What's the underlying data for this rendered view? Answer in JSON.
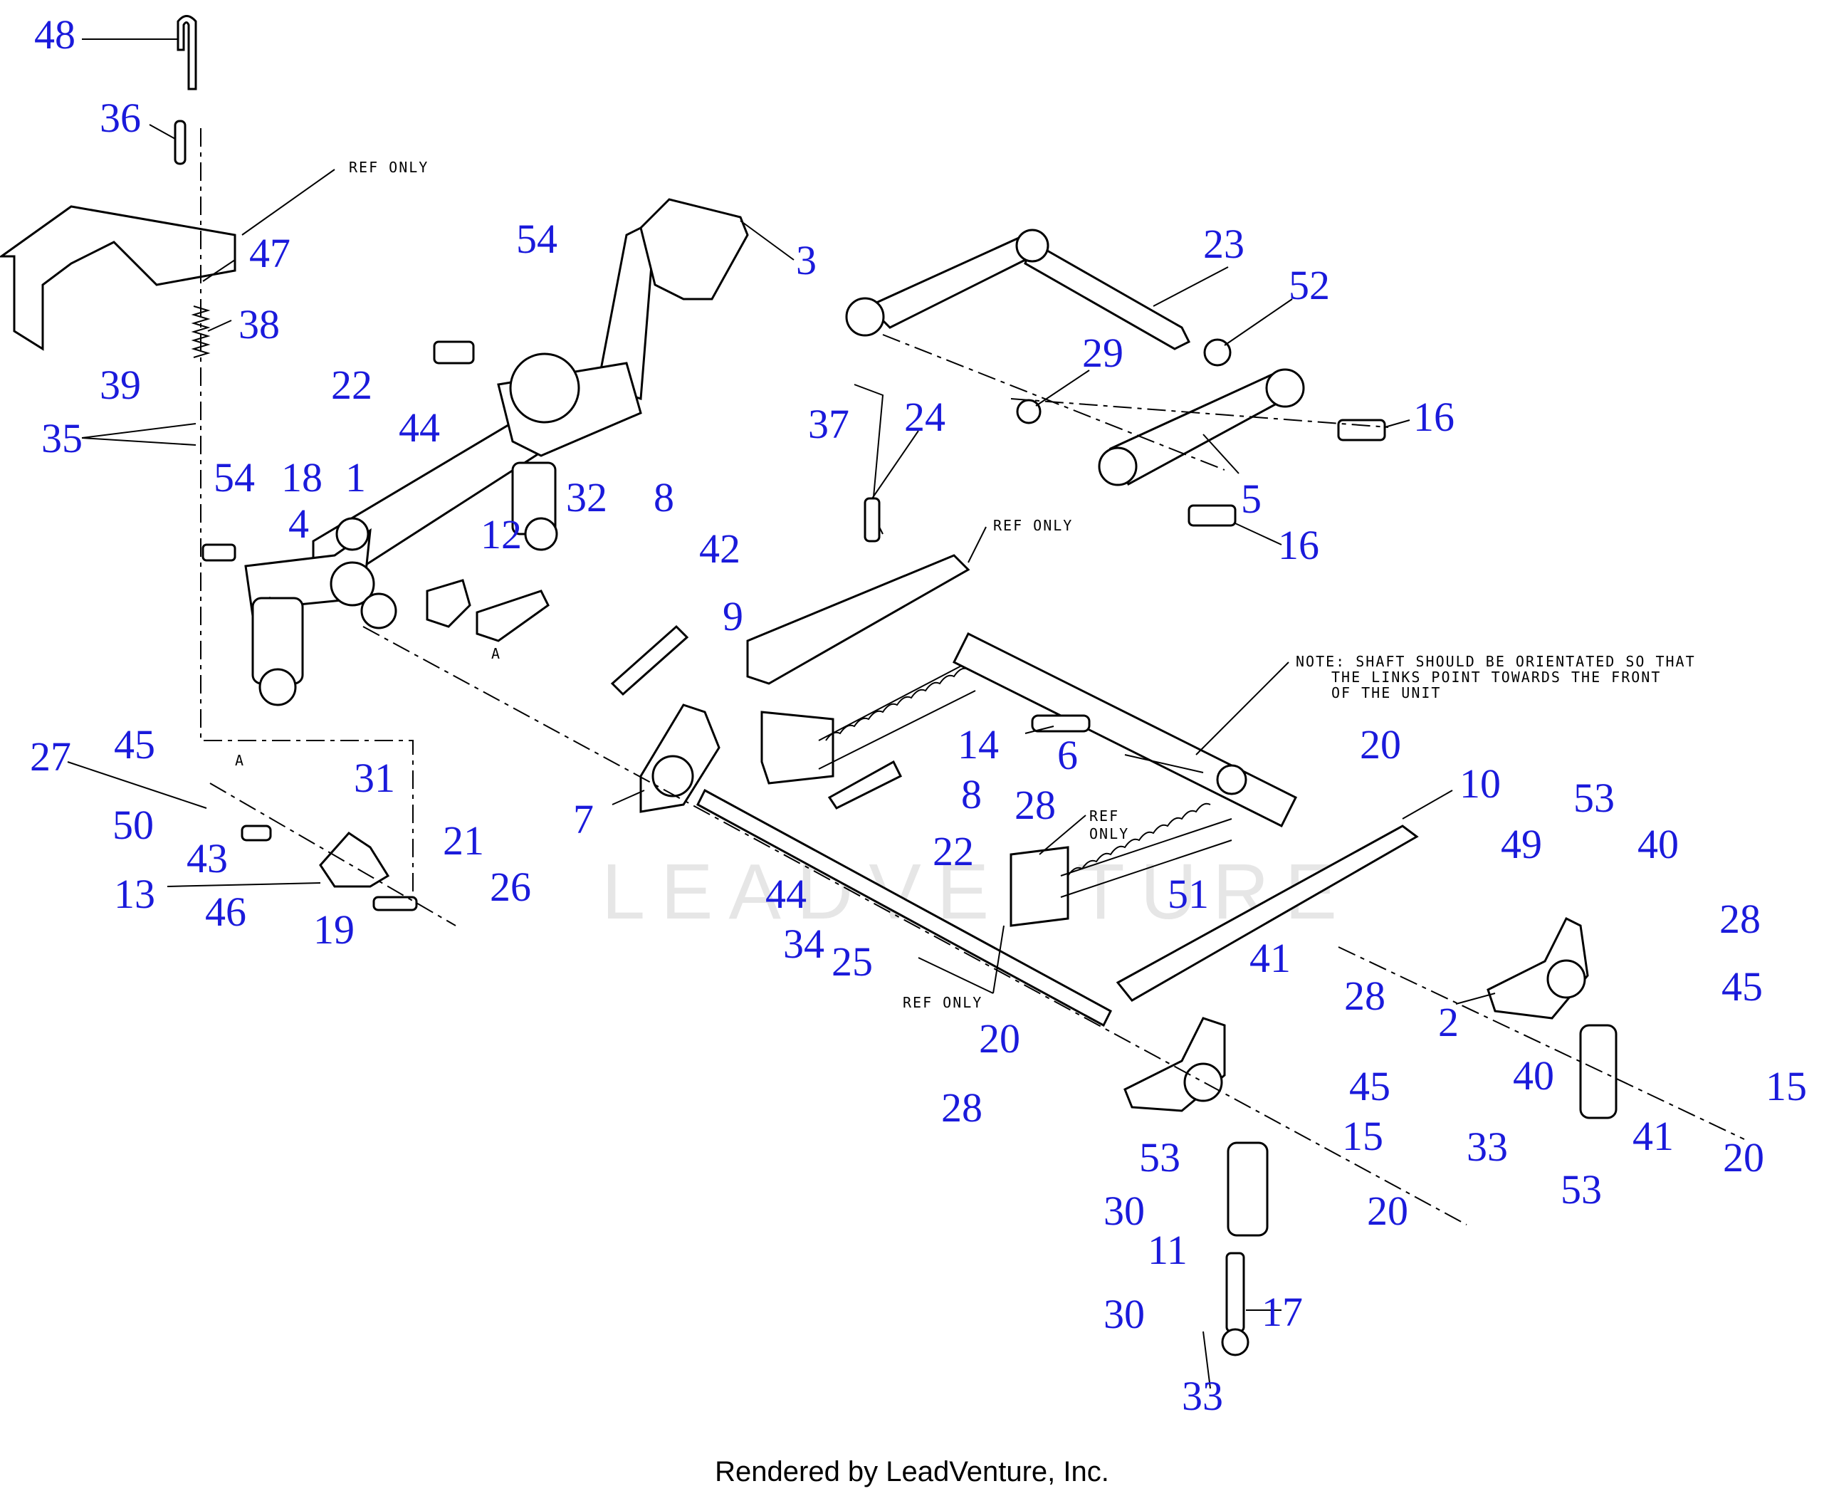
{
  "callouts": [
    {
      "label": "48"
    },
    {
      "label": "36"
    },
    {
      "label": "47"
    },
    {
      "label": "38"
    },
    {
      "label": "39"
    },
    {
      "label": "35"
    },
    {
      "label": "54"
    },
    {
      "label": "54"
    },
    {
      "label": "22"
    },
    {
      "label": "44"
    },
    {
      "label": "18"
    },
    {
      "label": "1"
    },
    {
      "label": "4"
    },
    {
      "label": "12"
    },
    {
      "label": "32"
    },
    {
      "label": "8"
    },
    {
      "label": "42"
    },
    {
      "label": "9"
    },
    {
      "label": "3"
    },
    {
      "label": "23"
    },
    {
      "label": "52"
    },
    {
      "label": "29"
    },
    {
      "label": "16"
    },
    {
      "label": "5"
    },
    {
      "label": "16"
    },
    {
      "label": "37"
    },
    {
      "label": "24"
    },
    {
      "label": "27"
    },
    {
      "label": "45"
    },
    {
      "label": "31"
    },
    {
      "label": "50"
    },
    {
      "label": "43"
    },
    {
      "label": "21"
    },
    {
      "label": "13"
    },
    {
      "label": "46"
    },
    {
      "label": "26"
    },
    {
      "label": "19"
    },
    {
      "label": "7"
    },
    {
      "label": "14"
    },
    {
      "label": "6"
    },
    {
      "label": "8"
    },
    {
      "label": "22"
    },
    {
      "label": "28"
    },
    {
      "label": "44"
    },
    {
      "label": "34"
    },
    {
      "label": "25"
    },
    {
      "label": "20"
    },
    {
      "label": "10"
    },
    {
      "label": "51"
    },
    {
      "label": "41"
    },
    {
      "label": "53"
    },
    {
      "label": "40"
    },
    {
      "label": "49"
    },
    {
      "label": "28"
    },
    {
      "label": "45"
    },
    {
      "label": "2"
    },
    {
      "label": "20"
    },
    {
      "label": "28"
    },
    {
      "label": "28"
    },
    {
      "label": "45"
    },
    {
      "label": "40"
    },
    {
      "label": "15"
    },
    {
      "label": "33"
    },
    {
      "label": "15"
    },
    {
      "label": "41"
    },
    {
      "label": "53"
    },
    {
      "label": "53"
    },
    {
      "label": "20"
    },
    {
      "label": "30"
    },
    {
      "label": "20"
    },
    {
      "label": "11"
    },
    {
      "label": "30"
    },
    {
      "label": "17"
    },
    {
      "label": "33"
    }
  ],
  "ref_only_label": "REF ONLY",
  "ref_only_split": [
    "REF",
    "ONLY"
  ],
  "view_marker": "A",
  "note_lines": [
    "NOTE: SHAFT SHOULD BE ORIENTATED SO THAT",
    "THE LINKS POINT TOWARDS THE FRONT",
    "OF THE UNIT"
  ],
  "footer": "Rendered by LeadVenture, Inc.",
  "watermark": "LEADVENTURE",
  "colors": {
    "callout": "#1a1adb",
    "line": "#000000",
    "watermark": "#e6e6e6"
  }
}
